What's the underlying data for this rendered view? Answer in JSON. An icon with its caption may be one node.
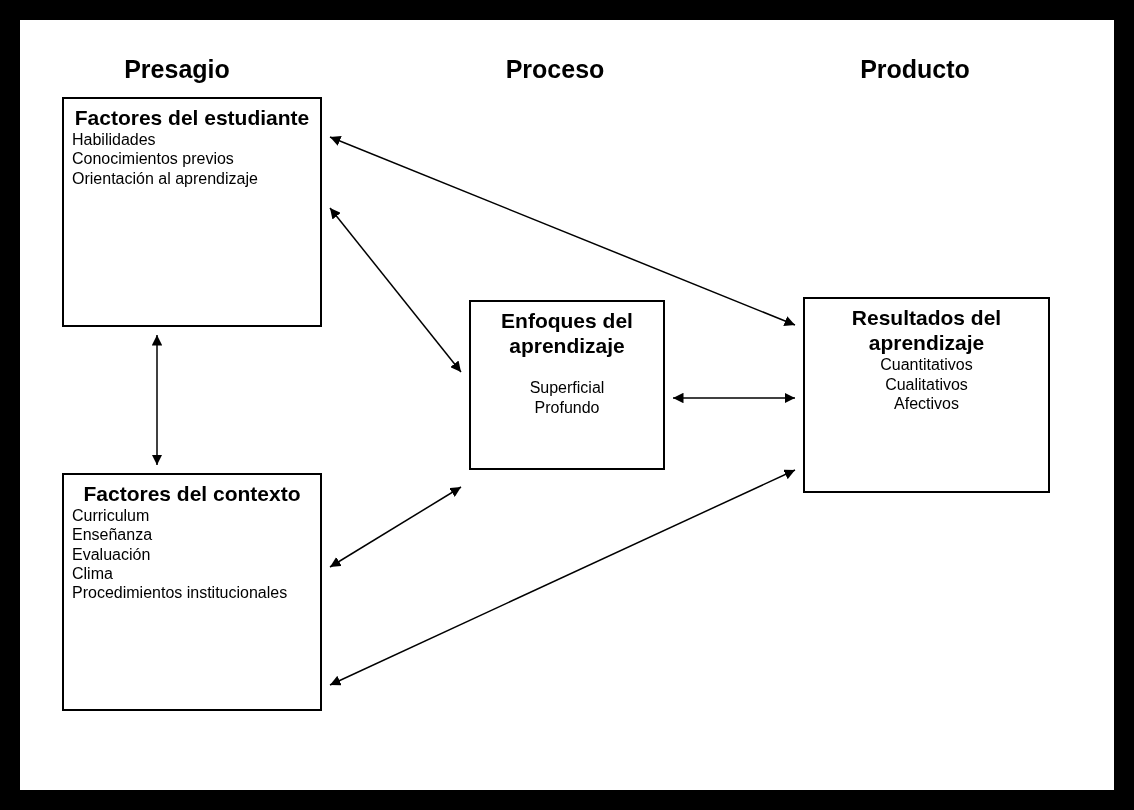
{
  "diagram": {
    "nodes": [
      {
        "text": [
          "Factores del estudiante",
          "Habilidades",
          "Conocimientos previos",
          "Orientación al aprendizaje"
        ]
      },
      {
        "text": [
          "Factores del contexto",
          "Curriculum",
          "Enseñanza",
          "Evaluación",
          "Clima",
          "Procedimientos institucionales"
        ]
      },
      {
        "text": [
          "Enfoques del aprendizaje",
          "Superficial",
          "Profundo"
        ]
      },
      {
        "text": [
          "Resultados del aprendizaje",
          "Cuantitativos",
          "Cualitativos",
          "Afectivos"
        ]
      }
    ],
    "edges": [
      {
        "from": 0,
        "to": 3,
        "arrow": "both"
      },
      {
        "from": 0,
        "to": 2,
        "arrow": "both"
      },
      {
        "from": 0,
        "to": 1,
        "arrow": "both"
      },
      {
        "from": 1,
        "to": 2,
        "arrow": "both"
      },
      {
        "from": 2,
        "to": 3,
        "arrow": "both"
      },
      {
        "from": 1,
        "to": 3,
        "arrow": "both"
      }
    ],
    "labels": [
      "Presagio",
      "Proceso",
      "Producto"
    ]
  }
}
